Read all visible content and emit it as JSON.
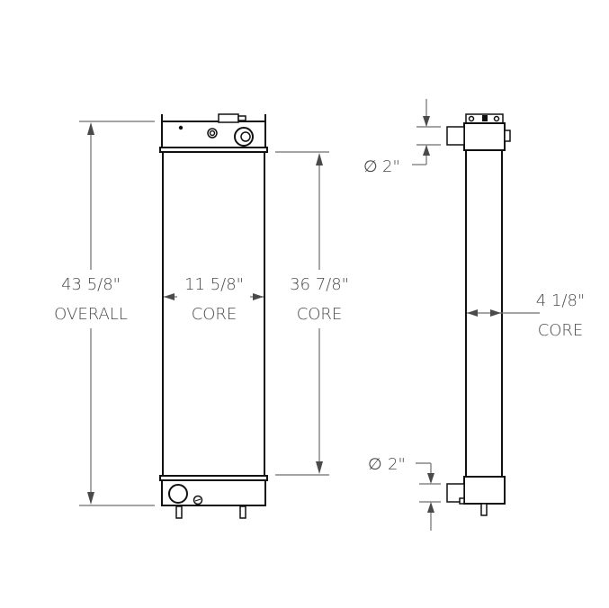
{
  "drawing": {
    "subject": "radiator",
    "views": [
      "front-view",
      "side-view"
    ]
  },
  "labels": {
    "overall_height": {
      "value": "43 5/8\"",
      "caption": "OVERALL"
    },
    "core_width": {
      "value": "11 5/8\"",
      "caption": "CORE"
    },
    "core_height": {
      "value": "36 7/8\"",
      "caption": "CORE"
    },
    "core_depth": {
      "value": "4 1/8\"",
      "caption": "CORE"
    },
    "inlet_diameter": {
      "symbol": "∅",
      "value": "2\""
    },
    "outlet_diameter": {
      "symbol": "∅",
      "value": "2\""
    }
  },
  "colors": {
    "line": "#111111",
    "dimension": "#6e6e6e",
    "text": "#4a4a4a",
    "background": "#ffffff"
  }
}
